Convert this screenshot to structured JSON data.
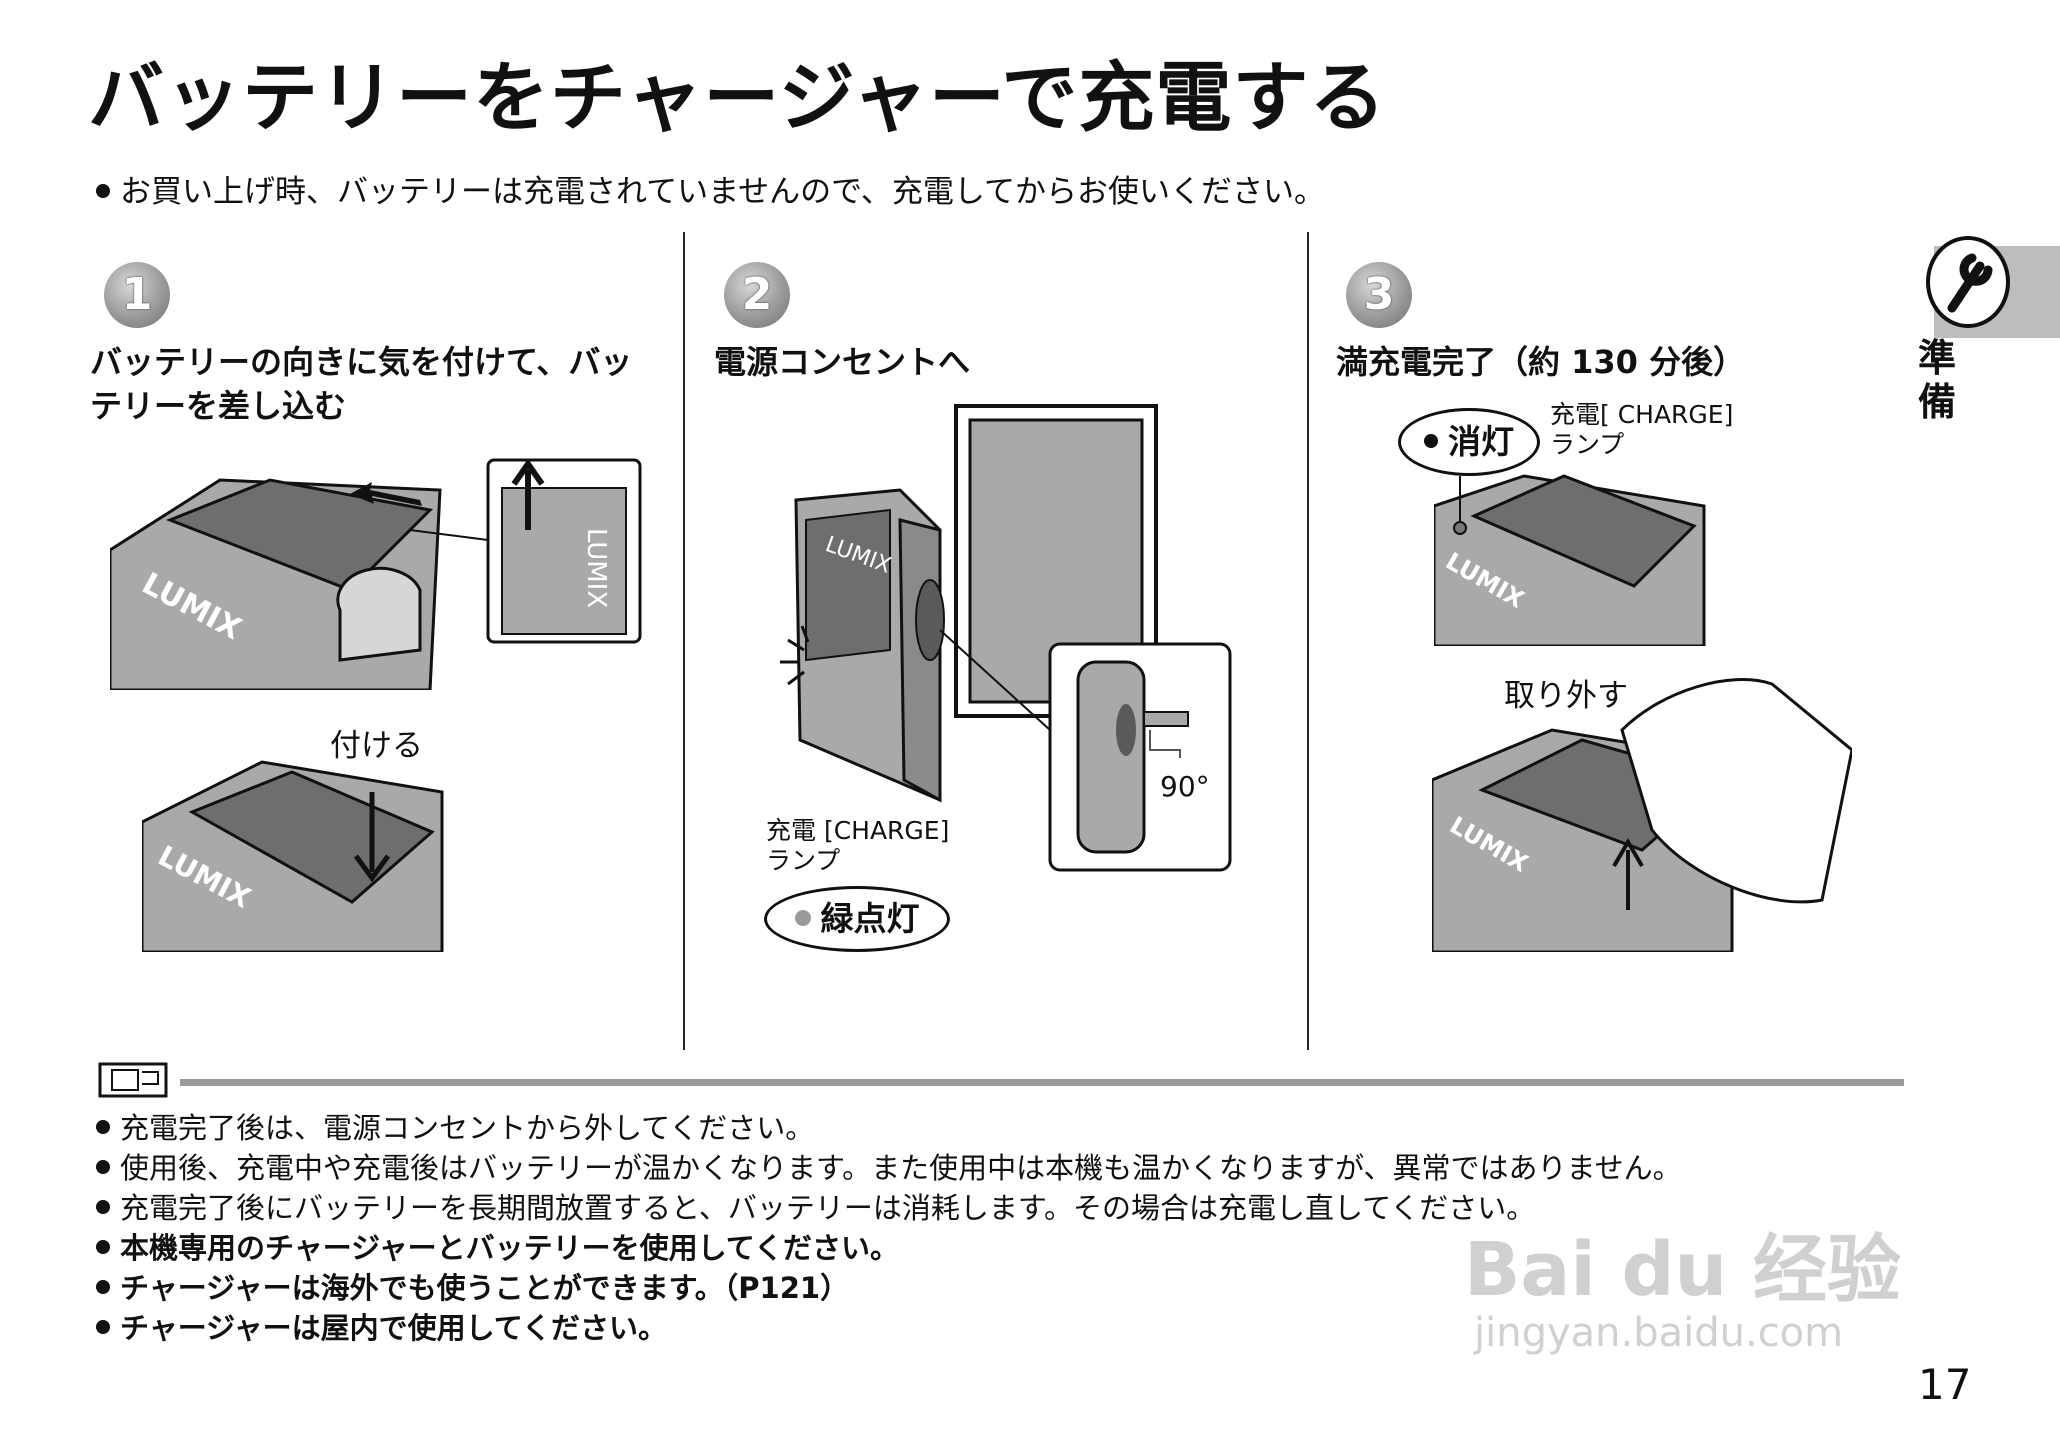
{
  "title": "バッテリーをチャージャーで充電する",
  "intro": "お買い上げ時、バッテリーは充電されていませんので、充電してからお使いください。",
  "side_tab": {
    "label_line1": "準",
    "label_line2": "備",
    "icon": "wrench-icon"
  },
  "steps": [
    {
      "number": "1",
      "label_line1": "バッテリーの向きに気を付けて、バッ",
      "label_line2": "テリーを差し込む",
      "caption_attach": "付ける",
      "battery_text": "LUMIX"
    },
    {
      "number": "2",
      "label": "電源コンセントへ",
      "lamp_line1": "充電 [CHARGE]",
      "lamp_line2": "ランプ",
      "lamp_status": "緑点灯",
      "angle": "90°",
      "battery_text": "LUMIX"
    },
    {
      "number": "3",
      "label": "満充電完了（約 130 分後）",
      "lamp_status": "消灯",
      "lamp_line1": "充電[ CHARGE]",
      "lamp_line2": "ランプ",
      "caption_remove": "取り外す",
      "battery_text": "LUMIX"
    }
  ],
  "notes": [
    {
      "text": "充電完了後は、電源コンセントから外してください。",
      "bold": false
    },
    {
      "text": "使用後、充電中や充電後はバッテリーが温かくなります。また使用中は本機も温かくなりますが、異常ではありません。",
      "bold": false
    },
    {
      "text": "充電完了後にバッテリーを長期間放置すると、バッテリーは消耗します。その場合は充電し直してください。",
      "bold": false
    },
    {
      "text": "本機専用のチャージャーとバッテリーを使用してください。",
      "bold": true
    },
    {
      "text": "チャージャーは海外でも使うことができます。（P121）",
      "bold": true
    },
    {
      "text": "チャージャーは屋内で使用してください。",
      "bold": true
    }
  ],
  "page_number": "17",
  "watermark": {
    "brand": "Bai du 经验",
    "url": "jingyan.baidu.com"
  },
  "colors": {
    "device_gray": "#a9a9a9",
    "battery_dark": "#6e6e6e",
    "rule_gray": "#9a9a9a"
  }
}
